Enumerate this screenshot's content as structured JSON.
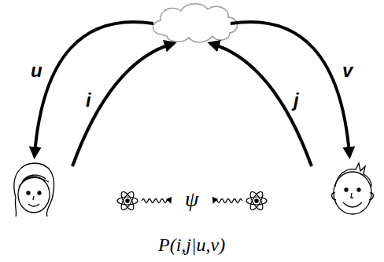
{
  "diagram": {
    "caption": "P(i,j|u,v)",
    "labels": [
      "u",
      "i",
      "j",
      "v",
      "ψ"
    ]
  }
}
